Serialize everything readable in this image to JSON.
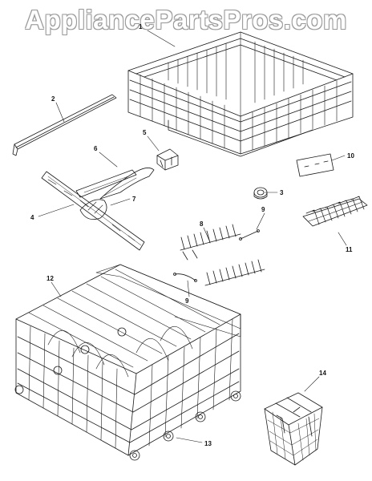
{
  "watermark": "AppliancePartsPros.com",
  "callouts": [
    "1",
    "2",
    "3",
    "4",
    "5",
    "6",
    "7",
    "8",
    "9",
    "9",
    "10",
    "11",
    "12",
    "13",
    "14"
  ]
}
